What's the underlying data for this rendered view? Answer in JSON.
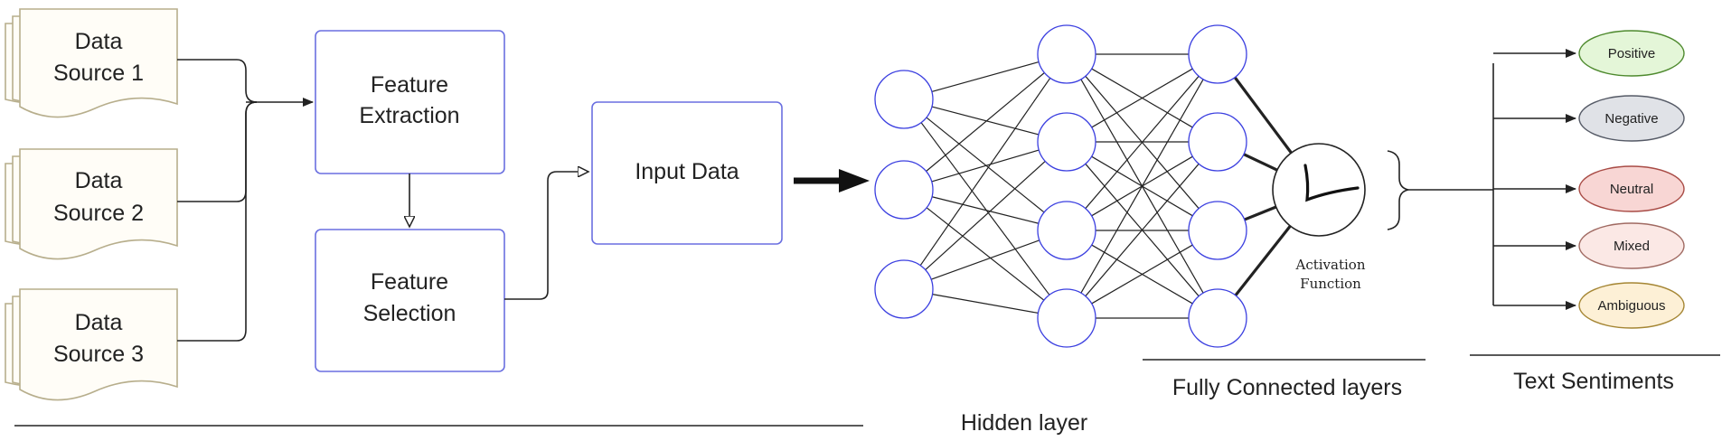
{
  "sources": [
    {
      "line1": "Data",
      "line2": "Source 1"
    },
    {
      "line1": "Data",
      "line2": "Source 2"
    },
    {
      "line1": "Data",
      "line2": "Source 3"
    }
  ],
  "feature_extraction": {
    "line1": "Feature",
    "line2": "Extraction"
  },
  "feature_selection": {
    "line1": "Feature",
    "line2": "Selection"
  },
  "input_data": "Input Data",
  "activation": {
    "line1": "Activation",
    "line2": "Function"
  },
  "sentiments": [
    {
      "label": "Positive",
      "fill": "#e4f6d8",
      "stroke": "#4e8a2e"
    },
    {
      "label": "Negative",
      "fill": "#e0e2e7",
      "stroke": "#555a66"
    },
    {
      "label": "Neutral",
      "fill": "#f8d6d4",
      "stroke": "#a84b45"
    },
    {
      "label": "Mixed",
      "fill": "#fbe8e5",
      "stroke": "#a06a62"
    },
    {
      "label": "Ambiguous",
      "fill": "#fdf0d6",
      "stroke": "#a58634"
    }
  ],
  "labels": {
    "fully_connected": "Fully Connected layers",
    "text_sentiments": "Text Sentiments",
    "hidden_layer": "Hidden layer"
  },
  "colors": {
    "box_border": "#6a6fe0",
    "node_border": "#3b3fe0",
    "doc_fill": "#fffdf7",
    "doc_border": "#b7ae8c",
    "line": "#222222"
  }
}
